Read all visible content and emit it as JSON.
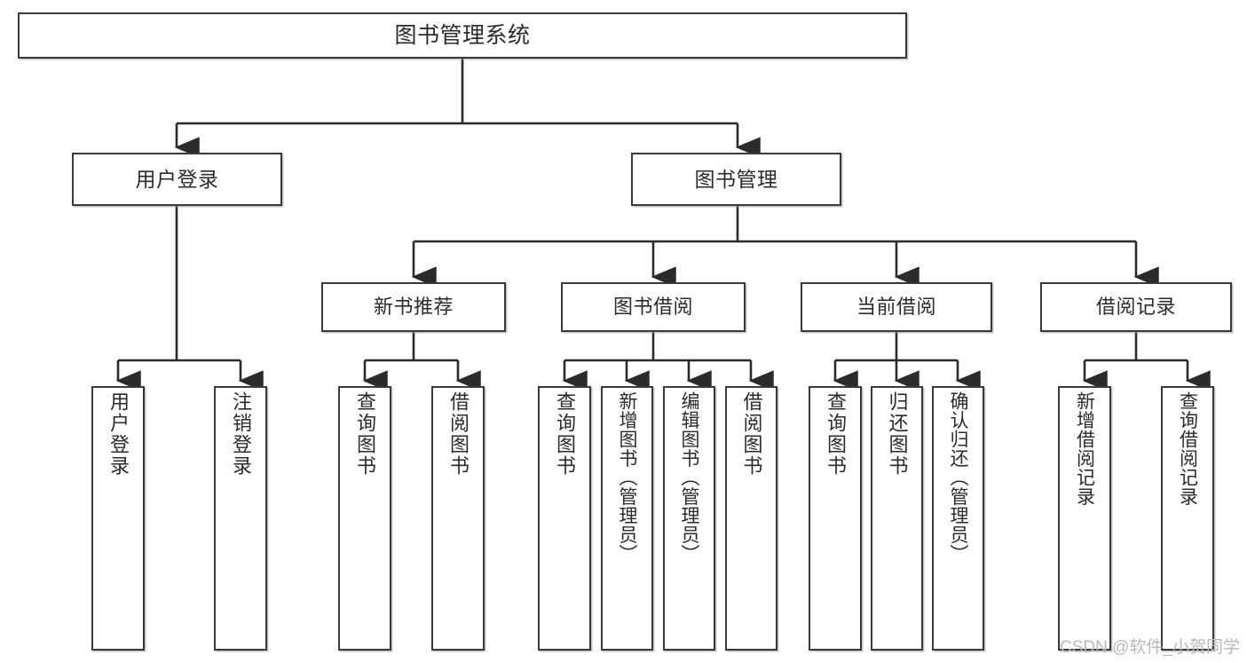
{
  "diagram": {
    "title": "图书管理系统",
    "type": "tree-hierarchy-chart",
    "colors": {
      "background": "#ffffff",
      "node_border": "#3a3a3a",
      "node_fill": "#ffffff",
      "edge": "#2b2b2b",
      "text": "#2b2b2b",
      "watermark": "#b9b9b9"
    },
    "nodes": {
      "root": {
        "label": "图书管理系统",
        "level": 0
      },
      "level1": [
        {
          "id": "user-login",
          "label": "用户登录"
        },
        {
          "id": "book-management",
          "label": "图书管理"
        }
      ],
      "level2": [
        {
          "id": "new-book-recommend",
          "label": "新书推荐"
        },
        {
          "id": "book-borrow",
          "label": "图书借阅"
        },
        {
          "id": "current-borrow",
          "label": "当前借阅"
        },
        {
          "id": "borrow-record",
          "label": "借阅记录"
        }
      ],
      "leaves": [
        {
          "id": "leaf-user-login",
          "label": "用户登录",
          "parent": "user-login"
        },
        {
          "id": "leaf-logout",
          "label": "注销登录",
          "parent": "user-login"
        },
        {
          "id": "leaf-query-book-1",
          "label": "查询图书",
          "parent": "new-book-recommend"
        },
        {
          "id": "leaf-borrow-book-1",
          "label": "借阅图书",
          "parent": "new-book-recommend"
        },
        {
          "id": "leaf-query-book-2",
          "label": "查询图书",
          "parent": "book-borrow"
        },
        {
          "id": "leaf-add-book",
          "label": "新增图书（管理员）",
          "parent": "book-borrow"
        },
        {
          "id": "leaf-edit-book",
          "label": "编辑图书（管理员）",
          "parent": "book-borrow"
        },
        {
          "id": "leaf-borrow-book-2",
          "label": "借阅图书",
          "parent": "book-borrow"
        },
        {
          "id": "leaf-query-book-3",
          "label": "查询图书",
          "parent": "current-borrow"
        },
        {
          "id": "leaf-return-book",
          "label": "归还图书",
          "parent": "current-borrow"
        },
        {
          "id": "leaf-confirm-return",
          "label": "确认归还（管理员）",
          "parent": "current-borrow"
        },
        {
          "id": "leaf-add-record",
          "label": "新增借阅记录",
          "parent": "borrow-record"
        },
        {
          "id": "leaf-query-record",
          "label": "查询借阅记录",
          "parent": "borrow-record"
        }
      ]
    },
    "watermark": "CSDN @软件_小贺同学"
  }
}
